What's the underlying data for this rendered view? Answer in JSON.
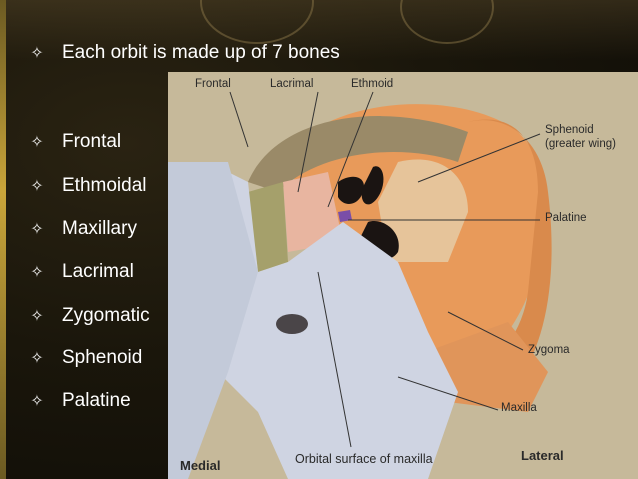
{
  "title": "Each orbit is made up of 7 bones",
  "bones": [
    "Frontal",
    "Ethmoidal",
    "Maxillary",
    "Lacrimal",
    "Zygomatic",
    "Sphenoid",
    "Palatine"
  ],
  "figure": {
    "labels": {
      "frontal": "Frontal",
      "lacrimal": "Lacrimal",
      "ethmoid": "Ethmoid",
      "sphenoid_line1": "Sphenoid",
      "sphenoid_line2": "(greater wing)",
      "palatine": "Palatine",
      "zygoma": "Zygoma",
      "maxilla": "Maxilla",
      "medial": "Medial",
      "orbital_surface": "Orbital surface of maxilla",
      "lateral": "Lateral"
    }
  },
  "colors": {
    "background": "#1a160b",
    "accent_gold": "#c9a53a",
    "text": "#ffffff"
  },
  "icons": {
    "bullet": "four-pointed-star-icon"
  }
}
